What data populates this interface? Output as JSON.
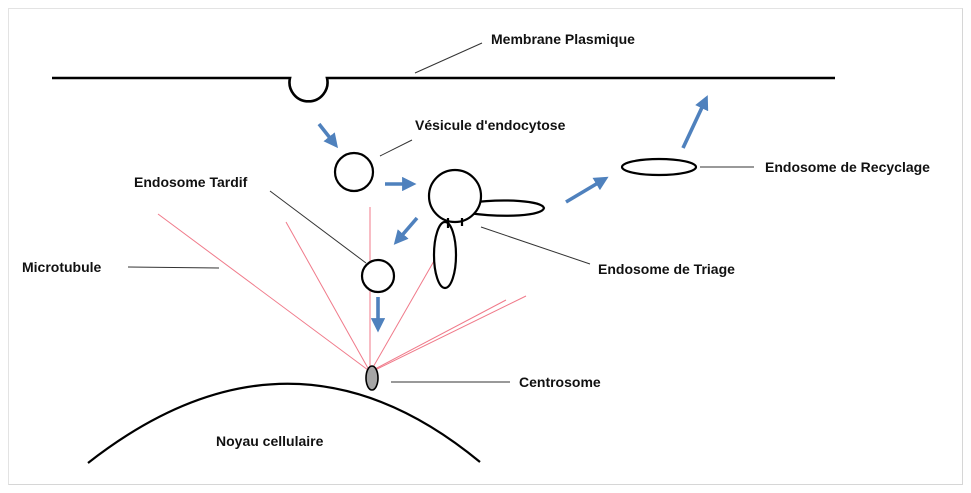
{
  "labels": {
    "plasma_membrane": "Membrane Plasmique",
    "endocytic_vesicle": "Vésicule d'endocytose",
    "late_endosome": "Endosome Tardif",
    "recycling_endosome": "Endosome de Recyclage",
    "microtubule": "Microtubule",
    "sorting_endosome": "Endosome de Triage",
    "centrosome": "Centrosome",
    "nucleus": "Noyau cellulaire"
  },
  "colors": {
    "arrow": "#4f81bd",
    "microtubule": "#f07a8a",
    "outline": "#000000",
    "leader_line": "#333333",
    "centrosome_fill": "#a6a6a6"
  }
}
